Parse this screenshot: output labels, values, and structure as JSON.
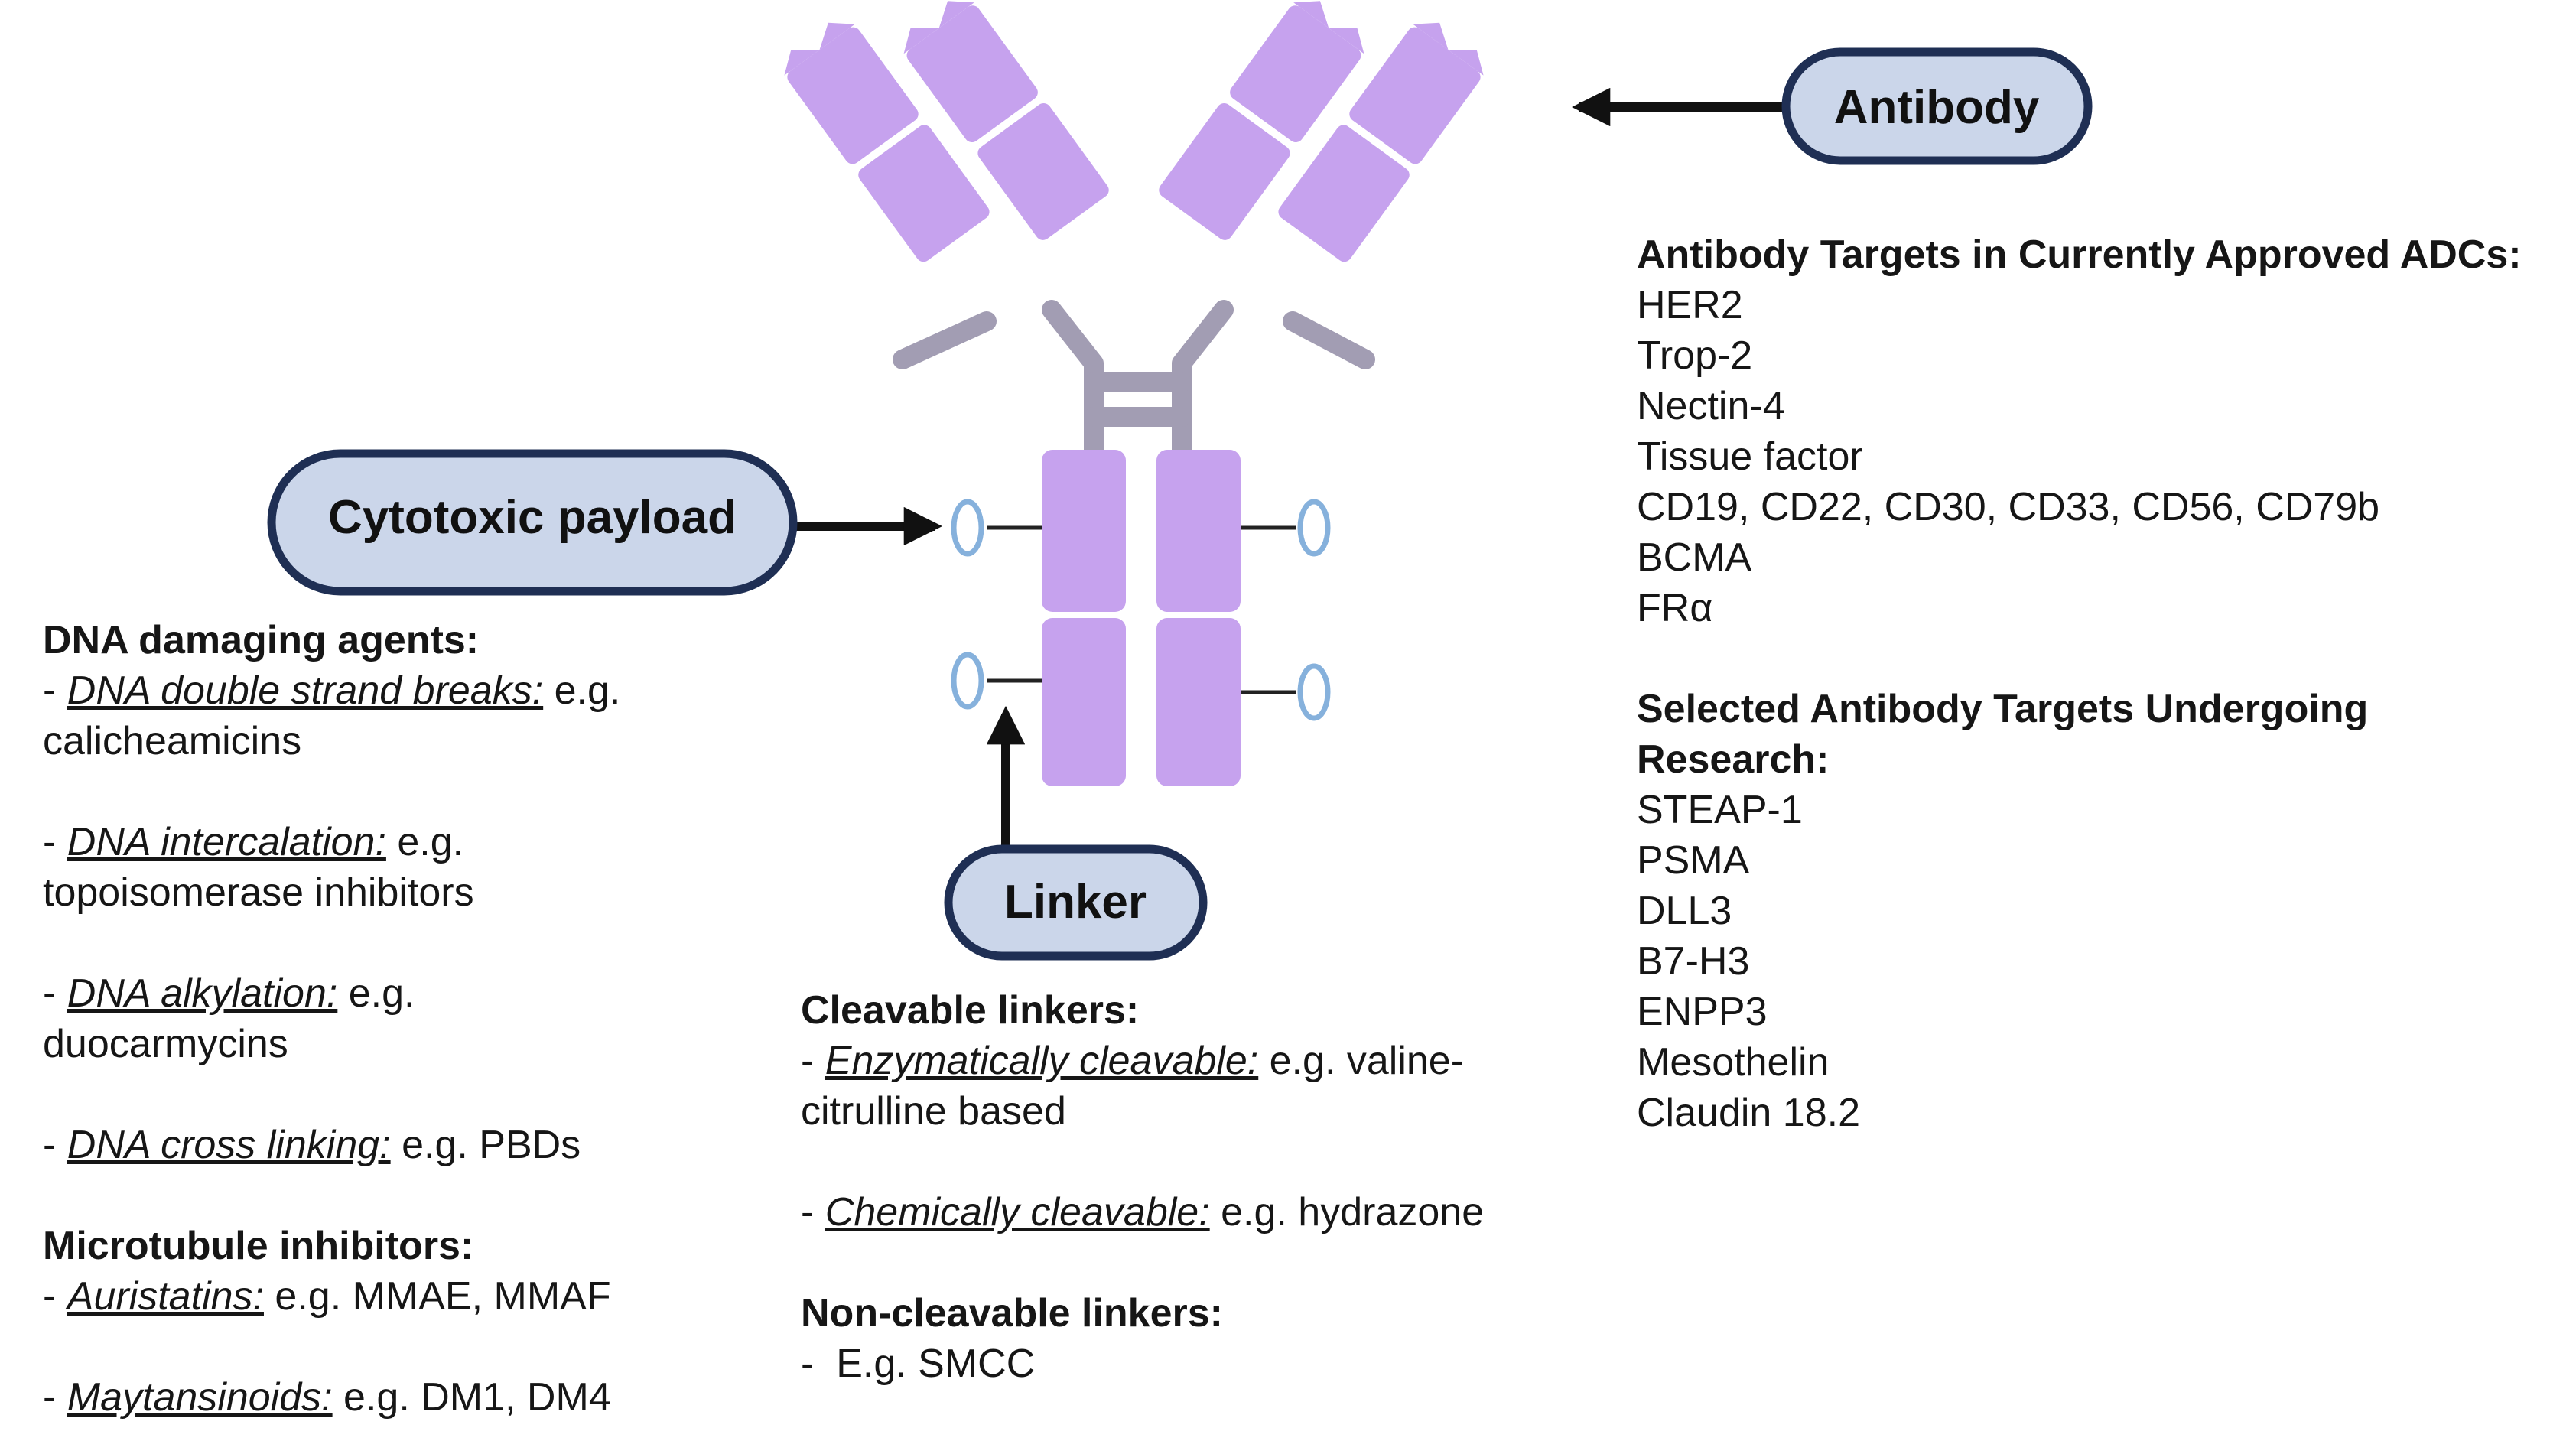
{
  "colors": {
    "antibody": "#c6a2ee",
    "hinge": "#a29db3",
    "pill_fill": "#cbd6ea",
    "pill_border": "#1f2f54",
    "arrow": "#111111",
    "payload_outline": "#86b1dc"
  },
  "labels": {
    "antibody": "Antibody",
    "payload": "Cytotoxic payload",
    "linker": "Linker"
  },
  "payload": {
    "heading": "DNA damaging agents:",
    "items": [
      {
        "term": "DNA double strand breaks:",
        "rest": " e.g.",
        "line2": "calicheamicins"
      },
      {
        "term": "DNA intercalation:",
        "rest": " e.g.",
        "line2": "topoisomerase inhibitors"
      },
      {
        "term": "DNA alkylation:",
        "rest": " e.g.",
        "line2": "duocarmycins"
      },
      {
        "term": "DNA cross linking:",
        "rest": " e.g. PBDs"
      }
    ],
    "heading2": "Microtubule inhibitors:",
    "items2": [
      {
        "term": "Auristatins:",
        "rest": " e.g. MMAE, MMAF"
      },
      {
        "term": "Maytansinoids:",
        "rest": " e.g. DM1, DM4"
      }
    ]
  },
  "linker": {
    "heading": "Cleavable linkers:",
    "items": [
      {
        "term": "Enzymatically cleavable:",
        "rest": " e.g. valine-",
        "line2": "citrulline based"
      },
      {
        "term": "Chemically cleavable:",
        "rest": " e.g. hydrazone"
      }
    ],
    "heading2": "Non-cleavable linkers:",
    "items2": [
      {
        "text": "-  E.g. SMCC"
      }
    ]
  },
  "antibody": {
    "heading": "Antibody Targets in Currently Approved ADCs:",
    "targets": [
      "HER2",
      "Trop-2",
      "Nectin-4",
      "Tissue factor",
      "CD19, CD22, CD30, CD33, CD56, CD79b",
      "BCMA",
      "FRα"
    ],
    "heading2_line1": "Selected Antibody Targets Undergoing",
    "heading2_line2": "Research:",
    "research": [
      "STEAP-1",
      "PSMA",
      "DLL3",
      "B7-H3",
      "ENPP3",
      "Mesothelin",
      "Claudin 18.2"
    ]
  }
}
